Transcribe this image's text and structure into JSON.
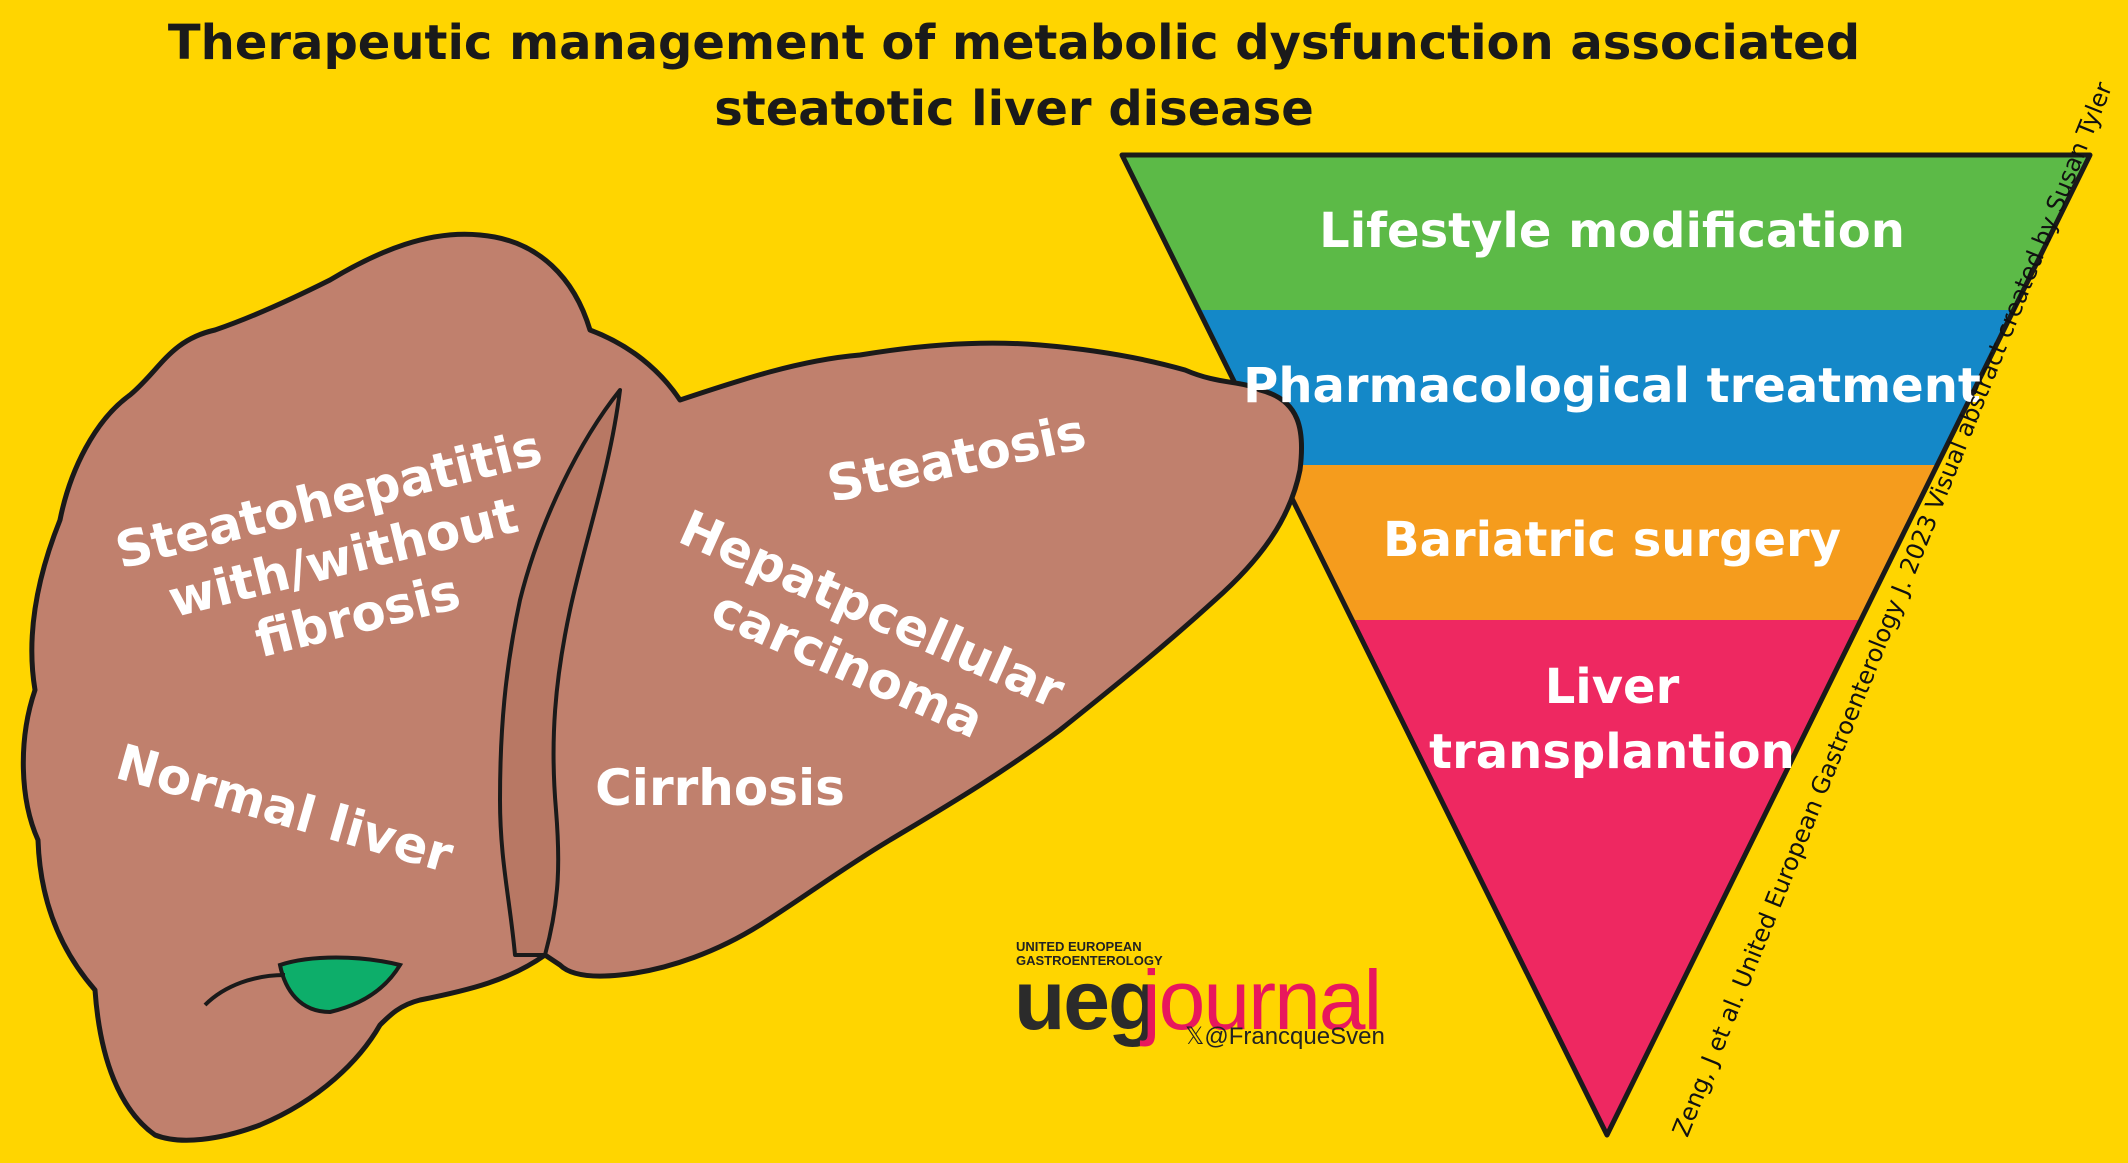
{
  "title": {
    "line1": "Therapeutic management of metabolic dysfunction associated",
    "line2": "steatotic liver disease"
  },
  "liver": {
    "stage_1": [
      "Steatohepatitis",
      "with/without",
      "fibrosis"
    ],
    "stage_2": "Steatosis",
    "stage_3": [
      "Hepatpcellular",
      "carcinoma"
    ],
    "stage_4": "Normal liver",
    "stage_5": "Cirrhosis",
    "colors": {
      "liver": "#C0806D",
      "gallbladder": "#0DAE6A",
      "outline": "#1a1a1a"
    }
  },
  "pyramid": {
    "tiers": [
      {
        "label": "Lifestyle modification",
        "color": "#5CBA47"
      },
      {
        "label": "Pharmacological treatment",
        "color": "#1488C8"
      },
      {
        "label": "Bariatric surgery",
        "color": "#F59C1D"
      },
      {
        "lines": [
          "Liver",
          "transplantion"
        ],
        "color": "#EE2861"
      }
    ]
  },
  "credit": "Zeng, J et al. United European Gastroenterology J. 2023 Visual abstract created by Susan Tyler",
  "brand": {
    "line1": "UNITED EUROPEAN",
    "line2": "GASTROENTEROLOGY",
    "word1": "ueg",
    "word2": "journal",
    "handle": "𝕏@FrancqueSven",
    "colors": {
      "word1": "#2B2B2B",
      "word2": "#E8175D"
    }
  },
  "background": "#FFD500"
}
